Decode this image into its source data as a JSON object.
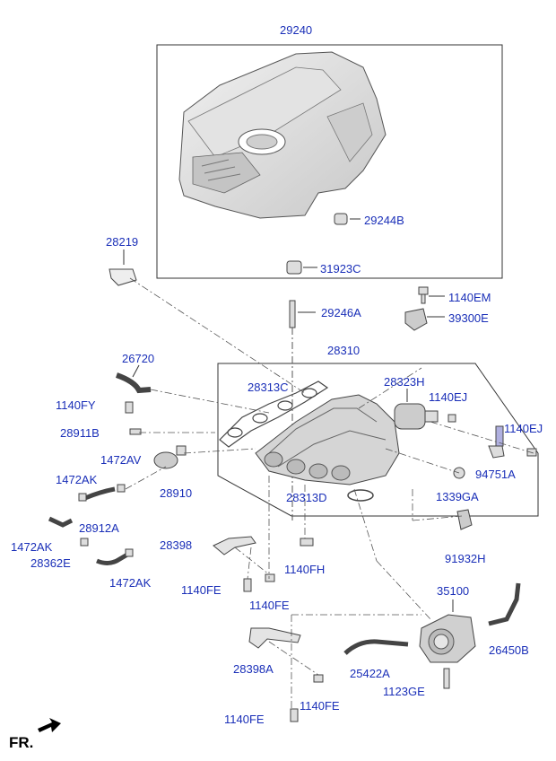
{
  "colors": {
    "label": "#1a2fb8",
    "line": "#333333",
    "part_fill": "#d9d9d9",
    "part_stroke": "#444444"
  },
  "direction_label": "FR.",
  "parts": [
    {
      "id": "p29240",
      "text": "29240"
    },
    {
      "id": "p29244B",
      "text": "29244B"
    },
    {
      "id": "p31923C",
      "text": "31923C"
    },
    {
      "id": "p28219",
      "text": "28219"
    },
    {
      "id": "p1140EM",
      "text": "1140EM"
    },
    {
      "id": "p29246A",
      "text": "29246A"
    },
    {
      "id": "p39300E",
      "text": "39300E"
    },
    {
      "id": "p28310",
      "text": "28310"
    },
    {
      "id": "p26720",
      "text": "26720"
    },
    {
      "id": "p28313C",
      "text": "28313C"
    },
    {
      "id": "p28323H",
      "text": "28323H"
    },
    {
      "id": "p1140EJ_a",
      "text": "1140EJ"
    },
    {
      "id": "p1140EJ_b",
      "text": "1140EJ"
    },
    {
      "id": "p1140FY",
      "text": "1140FY"
    },
    {
      "id": "p28911B",
      "text": "28911B"
    },
    {
      "id": "p1472AV",
      "text": "1472AV"
    },
    {
      "id": "p94751A",
      "text": "94751A"
    },
    {
      "id": "p1472AK_a",
      "text": "1472AK"
    },
    {
      "id": "p28910",
      "text": "28910"
    },
    {
      "id": "p28313D",
      "text": "28313D"
    },
    {
      "id": "p1339GA",
      "text": "1339GA"
    },
    {
      "id": "p28912A",
      "text": "28912A"
    },
    {
      "id": "p1472AK_b",
      "text": "1472AK"
    },
    {
      "id": "p28398",
      "text": "28398"
    },
    {
      "id": "p91932H",
      "text": "91932H"
    },
    {
      "id": "p28362E",
      "text": "28362E"
    },
    {
      "id": "p1140FH",
      "text": "1140FH"
    },
    {
      "id": "p1472AK_c",
      "text": "1472AK"
    },
    {
      "id": "p1140FE_a",
      "text": "1140FE"
    },
    {
      "id": "p1140FE_b",
      "text": "1140FE"
    },
    {
      "id": "p35100",
      "text": "35100"
    },
    {
      "id": "p26450B",
      "text": "26450B"
    },
    {
      "id": "p28398A",
      "text": "28398A"
    },
    {
      "id": "p25422A",
      "text": "25422A"
    },
    {
      "id": "p1123GE",
      "text": "1123GE"
    },
    {
      "id": "p1140FE_c",
      "text": "1140FE"
    },
    {
      "id": "p1140FE_d",
      "text": "1140FE"
    }
  ]
}
